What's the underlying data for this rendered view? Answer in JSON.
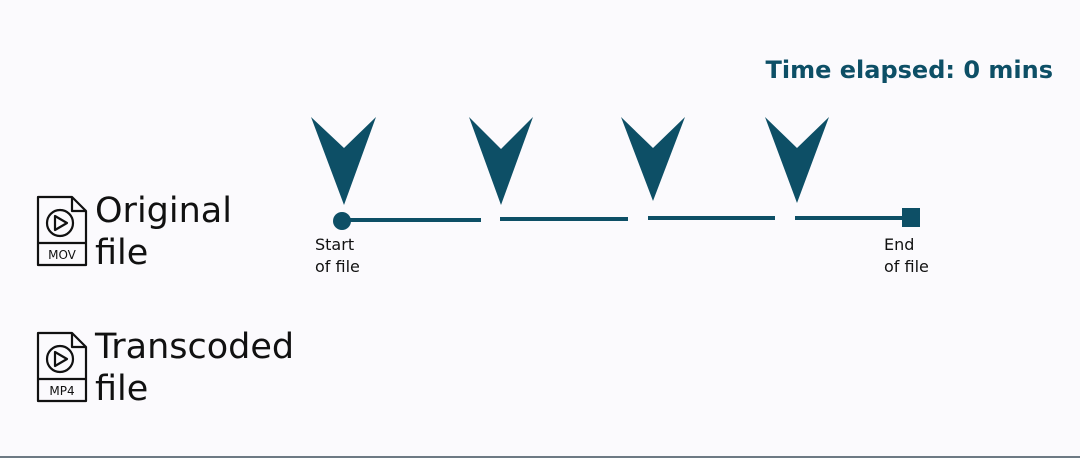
{
  "time_elapsed": "Time elapsed: 0 mins",
  "original_file": {
    "line1": "Original",
    "line2": "file",
    "icon": "mov-video-file-icon",
    "icon_text": "MOV"
  },
  "transcoded_file": {
    "line1": "Transcoded",
    "line2": "file",
    "icon": "mp4-video-file-icon",
    "icon_text": "MP4"
  },
  "timeline": {
    "start_line1": "Start",
    "start_line2": "of file",
    "end_line1": "End",
    "end_line2": "of file",
    "segments": 4,
    "markers": 4
  },
  "colors": {
    "accent": "#0d4f66",
    "background": "#fbfafd",
    "text": "#111111"
  }
}
